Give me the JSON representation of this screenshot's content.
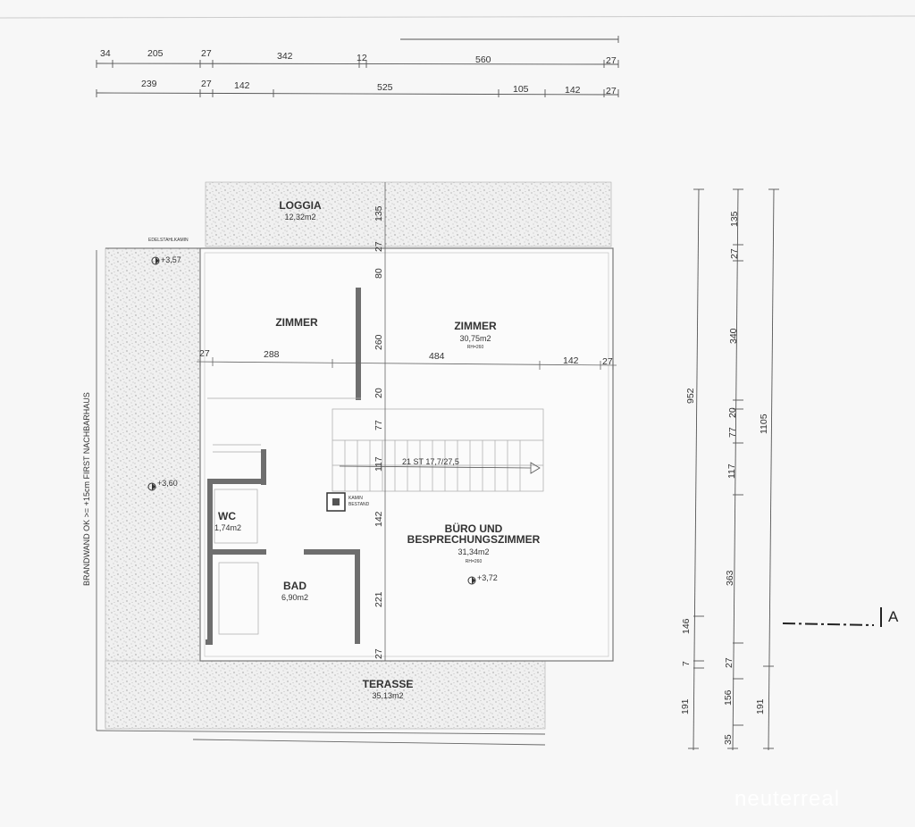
{
  "top_dims": {
    "row1": [
      "34",
      "205",
      "27",
      "342",
      "12",
      "560",
      "27"
    ],
    "row2": [
      "239",
      "27",
      "142",
      "525",
      "105",
      "142",
      "27"
    ]
  },
  "rooms": {
    "loggia": {
      "name": "LOGGIA",
      "area": "12,32m2"
    },
    "zimmer1": {
      "name": "ZIMMER"
    },
    "zimmer2": {
      "name": "ZIMMER",
      "area": "30,75m2",
      "rh": "RH=260"
    },
    "buero": {
      "name1": "BÜRO UND",
      "name2": "BESPRECHUNGSZIMMER",
      "area": "31,34m2",
      "rh": "RH=260",
      "level": "+3,72"
    },
    "wc": {
      "name": "WC",
      "area": "1,74m2"
    },
    "bad": {
      "name": "BAD",
      "area": "6,90m2"
    },
    "terasse": {
      "name": "TERASSE",
      "area": "35,13m2"
    }
  },
  "inner_dims": {
    "horizontal": [
      "27",
      "288",
      "484",
      "142",
      "27"
    ],
    "vertical": [
      "135",
      "27",
      "80",
      "260",
      "20",
      "77",
      "117",
      "142",
      "221",
      "27"
    ]
  },
  "stairs": {
    "label": "21  ST  17,7/27,5"
  },
  "chimney": {
    "line1": "KAMIN",
    "line2": "BESTAND"
  },
  "side_notes": {
    "brandwand": "BRANDWAND OK >= +15cm FIRST NACHBARHAUS",
    "edelstahl": "EDELSTAHLKAMIN",
    "level_a": "+3,57",
    "level_b": "+3,60"
  },
  "right_dims": {
    "col_a": [
      "952",
      "146",
      "7",
      "191"
    ],
    "col_b": [
      "135",
      "27",
      "340",
      "20",
      "77",
      "117",
      "363",
      "27",
      "156",
      "35"
    ],
    "col_c": [
      "1105",
      "191"
    ]
  },
  "section_marker": "A",
  "watermark": "neuterreal"
}
